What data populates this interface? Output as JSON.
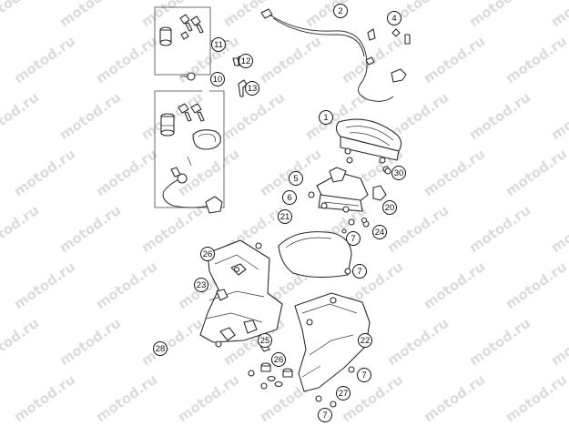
{
  "diagram": {
    "watermark": "motod.ru",
    "callouts": [
      "1",
      "2",
      "4",
      "5",
      "6",
      "7",
      "10",
      "11",
      "12",
      "13",
      "20",
      "21",
      "22",
      "23",
      "24",
      "25",
      "26",
      "27",
      "28",
      "30"
    ]
  }
}
